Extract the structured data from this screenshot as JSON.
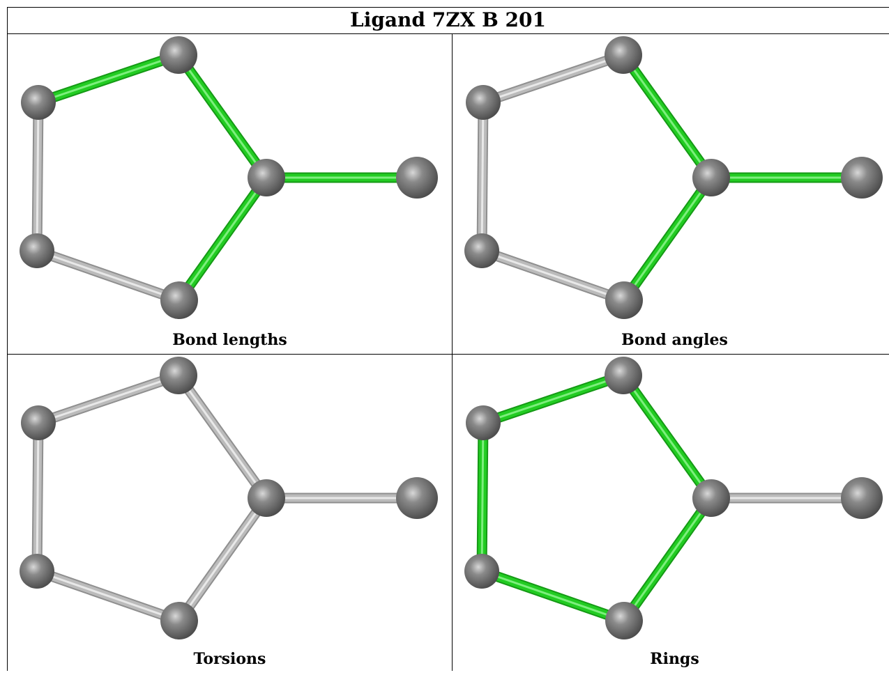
{
  "title": "Ligand 7ZX B 201",
  "colors": {
    "highlight_bond": "#22cc22",
    "normal_bond": "#bbbbbb",
    "atom": "#777777"
  },
  "panels": [
    {
      "caption": "Bond lengths",
      "highlighted_bonds": [
        "0-1",
        "1-2",
        "2-3",
        "2-5"
      ]
    },
    {
      "caption": "Bond angles",
      "highlighted_bonds": [
        "1-2",
        "2-3",
        "2-5"
      ]
    },
    {
      "caption": "Torsions",
      "highlighted_bonds": []
    },
    {
      "caption": "Rings",
      "highlighted_bonds": [
        "0-1",
        "1-2",
        "2-5",
        "5-4",
        "4-0"
      ]
    }
  ]
}
